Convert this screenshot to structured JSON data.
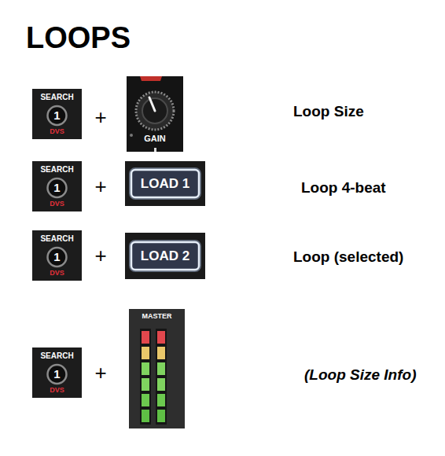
{
  "diagram": {
    "title": "LOOPS",
    "nodes": [
      {
        "text": [
          "SEARCH",
          "1",
          "DVS"
        ]
      },
      {
        "text": [
          "GAIN"
        ]
      },
      {
        "text": [
          "SEARCH",
          "1",
          "DVS"
        ]
      },
      {
        "text": [
          "LOAD 1"
        ]
      },
      {
        "text": [
          "SEARCH",
          "1",
          "DVS"
        ]
      },
      {
        "text": [
          "LOAD 2"
        ]
      },
      {
        "text": [
          "SEARCH",
          "1",
          "DVS"
        ]
      },
      {
        "text": [
          "MASTER"
        ]
      }
    ],
    "labels": [
      "+",
      "Loop Size",
      "+",
      "Loop 4-beat",
      "+",
      "Loop (selected)",
      "+",
      "(Loop Size Info)"
    ]
  }
}
